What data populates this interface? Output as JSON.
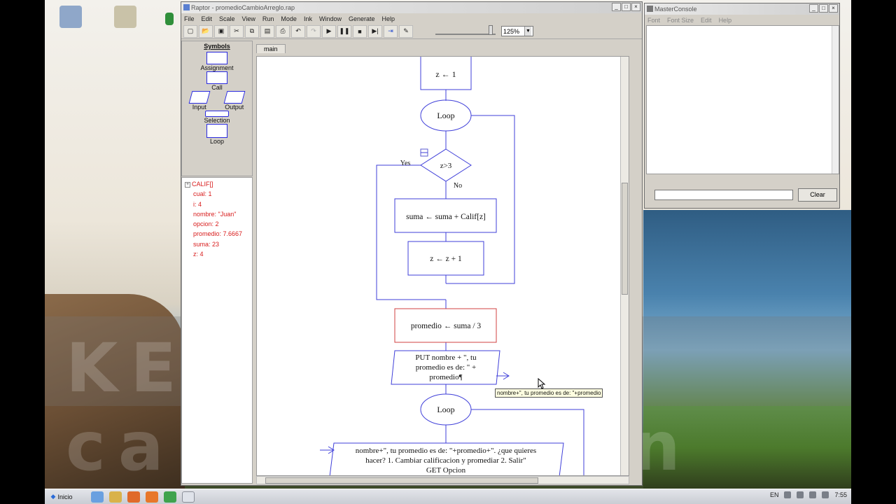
{
  "raptor": {
    "title": "Raptor - promedioCambioArreglo.rap",
    "menu": [
      "File",
      "Edit",
      "Scale",
      "View",
      "Run",
      "Mode",
      "Ink",
      "Window",
      "Generate",
      "Help"
    ],
    "zoom": "125%",
    "window_controls": [
      "_",
      "□",
      "×"
    ],
    "symbols": {
      "title": "Symbols",
      "assignment": "Assignment",
      "call": "Call",
      "input": "Input",
      "output": "Output",
      "selection": "Selection",
      "loop": "Loop"
    },
    "variables": {
      "root": "CALIF[]",
      "items": [
        "cual: 1",
        "i: 4",
        "nombre: \"Juan\"",
        "opcion: 2",
        "promedio: 7.6667",
        "suma: 23",
        "z: 4"
      ]
    },
    "tab": "main",
    "flowchart": {
      "assign_z": "z ← 1",
      "loop1": "Loop",
      "cond": "z>3",
      "yes": "Yes",
      "no": "No",
      "assign_suma": "suma ← suma + Calif[z]",
      "inc_z": "z ← z + 1",
      "assign_promedio": "promedio ← suma / 3",
      "put_lines": [
        "PUT nombre + \",  tu",
        "promedio es de: \" +",
        "promedio¶"
      ],
      "loop2": "Loop",
      "get_lines": [
        "nombre+\", tu promedio es de: \"+promedio+\". ¿que quieres",
        "hacer? 1. Cambiar calificacion y promediar 2. Salir\"",
        "GET Opcion"
      ]
    },
    "tooltip": "nombre+\", tu promedio es de: \"+promedio"
  },
  "console": {
    "title": "MasterConsole",
    "menu": [
      "Font",
      "Font Size",
      "Edit",
      "Help"
    ],
    "clear_label": "Clear",
    "input_value": ""
  },
  "taskbar": {
    "start_label": "Inicio",
    "language": "EN",
    "time": "7:55"
  },
  "watermark": "KENTO capacitación"
}
